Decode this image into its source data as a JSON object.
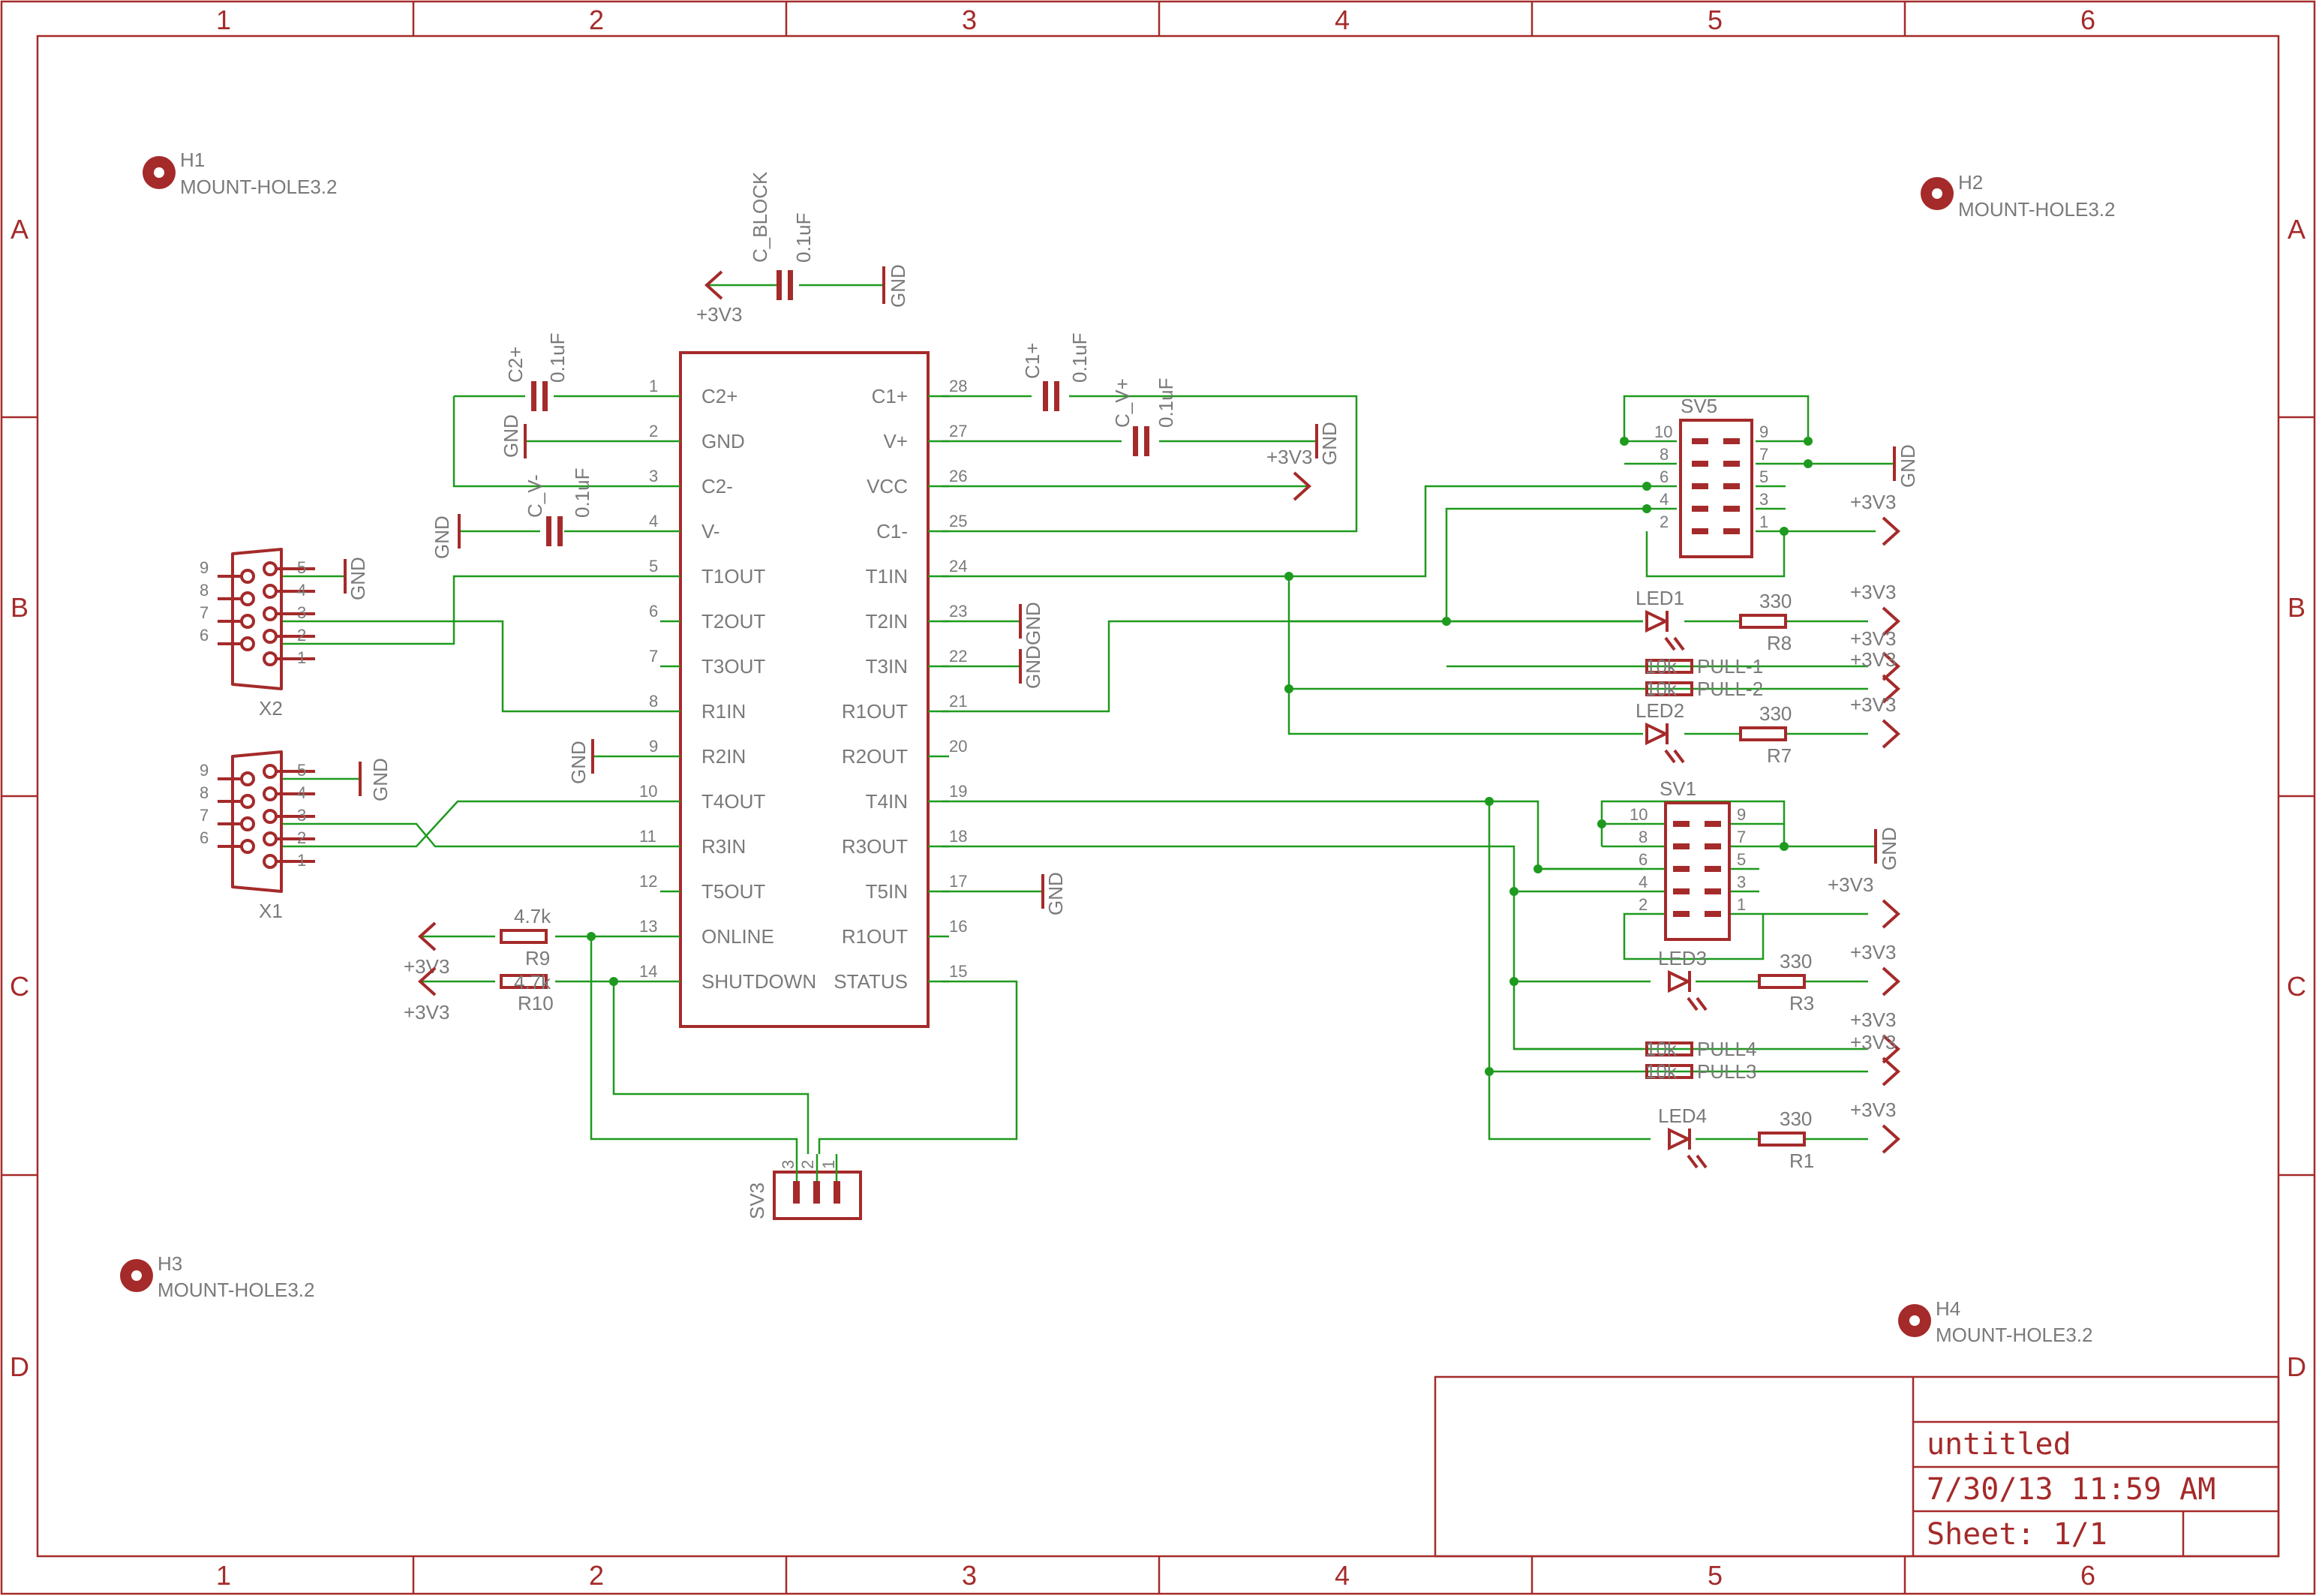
{
  "zones": {
    "columns": [
      "1",
      "2",
      "3",
      "4",
      "5",
      "6"
    ],
    "rows": [
      "A",
      "B",
      "C",
      "D"
    ]
  },
  "title_block": {
    "title": "untitled",
    "datetime": "7/30/13 11:59 AM",
    "sheet": "Sheet: 1/1"
  },
  "mount_holes": [
    {
      "ref": "H1",
      "value": "MOUNT-HOLE3.2"
    },
    {
      "ref": "H2",
      "value": "MOUNT-HOLE3.2"
    },
    {
      "ref": "H3",
      "value": "MOUNT-HOLE3.2"
    },
    {
      "ref": "H4",
      "value": "MOUNT-HOLE3.2"
    }
  ],
  "ic": {
    "left_pins": [
      {
        "num": "1",
        "name": "C2+"
      },
      {
        "num": "2",
        "name": "GND"
      },
      {
        "num": "3",
        "name": "C2-"
      },
      {
        "num": "4",
        "name": "V-"
      },
      {
        "num": "5",
        "name": "T1OUT"
      },
      {
        "num": "6",
        "name": "T2OUT"
      },
      {
        "num": "7",
        "name": "T3OUT"
      },
      {
        "num": "8",
        "name": "R1IN"
      },
      {
        "num": "9",
        "name": "R2IN"
      },
      {
        "num": "10",
        "name": "T4OUT"
      },
      {
        "num": "11",
        "name": "R3IN"
      },
      {
        "num": "12",
        "name": "T5OUT"
      },
      {
        "num": "13",
        "name": "ONLINE"
      },
      {
        "num": "14",
        "name": "SHUTDOWN"
      }
    ],
    "right_pins": [
      {
        "num": "28",
        "name": "C1+"
      },
      {
        "num": "27",
        "name": "V+"
      },
      {
        "num": "26",
        "name": "VCC"
      },
      {
        "num": "25",
        "name": "C1-"
      },
      {
        "num": "24",
        "name": "T1IN"
      },
      {
        "num": "23",
        "name": "T2IN"
      },
      {
        "num": "22",
        "name": "T3IN"
      },
      {
        "num": "21",
        "name": "R1OUT"
      },
      {
        "num": "20",
        "name": "R2OUT"
      },
      {
        "num": "19",
        "name": "T4IN"
      },
      {
        "num": "18",
        "name": "R3OUT"
      },
      {
        "num": "17",
        "name": "T5IN"
      },
      {
        "num": "16",
        "name": "R1OUT"
      },
      {
        "num": "15",
        "name": "STATUS"
      }
    ]
  },
  "capacitors": {
    "c_block": {
      "ref": "C_BLOCK",
      "value": "0.1uF"
    },
    "c2p": {
      "ref": "C2+",
      "value": "0.1uF"
    },
    "cvm": {
      "ref": "C_V-",
      "value": "0.1uF"
    },
    "c1p": {
      "ref": "C1+",
      "value": "0.1uF"
    },
    "cvp": {
      "ref": "C_V+",
      "value": "0.1uF"
    }
  },
  "power": {
    "gnd": "GND",
    "v33": "+3V3"
  },
  "connectors": {
    "x2": "X2",
    "x1": "X1",
    "db9_pins": [
      "9",
      "8",
      "7",
      "6",
      "5",
      "4",
      "3",
      "2",
      "1"
    ],
    "sv5": "SV5",
    "sv1": "SV1",
    "sv3": "SV3",
    "header_pins_left": [
      "10",
      "8",
      "6",
      "4",
      "2"
    ],
    "header_pins_right": [
      "9",
      "7",
      "5",
      "3",
      "1"
    ],
    "sv3_pins": [
      "3",
      "2",
      "1"
    ]
  },
  "resistors": {
    "r8": {
      "ref": "R8",
      "value": "330"
    },
    "r7": {
      "ref": "R7",
      "value": "330"
    },
    "r3": {
      "ref": "R3",
      "value": "330"
    },
    "r1": {
      "ref": "R1",
      "value": "330"
    },
    "r9": {
      "ref": "R9",
      "value": "4.7k"
    },
    "r10": {
      "ref": "R10",
      "value": "4.7k"
    },
    "pull1": {
      "ref": "PULL-1",
      "value": "10k"
    },
    "pull2": {
      "ref": "PULL-2",
      "value": "10k"
    },
    "pull4": {
      "ref": "PULL4",
      "value": "10k"
    },
    "pull3": {
      "ref": "PULL3",
      "value": "10k"
    }
  },
  "leds": {
    "led1": "LED1",
    "led2": "LED2",
    "led3": "LED3",
    "led4": "LED4"
  }
}
